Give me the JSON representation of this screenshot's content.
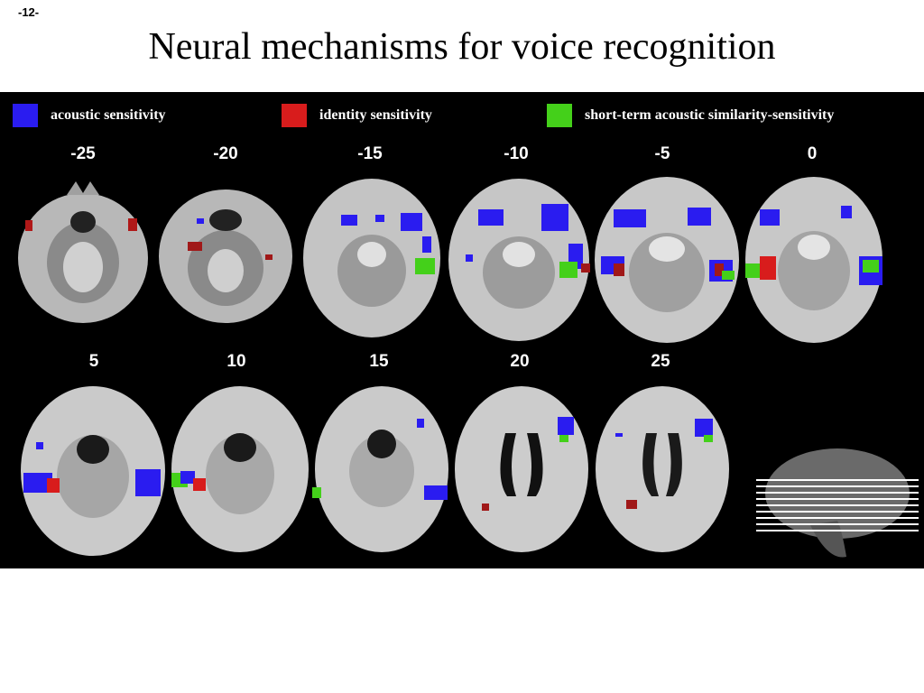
{
  "page_number": "-12-",
  "title": "Neural mechanisms for voice recognition",
  "legend": [
    {
      "label": "acoustic sensitivity",
      "color": "#2a1cf0"
    },
    {
      "label": "identity sensitivity",
      "color": "#d81c1c"
    },
    {
      "label": "short-term acoustic similarity-sensitivity",
      "color": "#44d01a"
    }
  ],
  "slices_row1": [
    "-25",
    "-20",
    "-15",
    "-10",
    "-5",
    "0"
  ],
  "slices_row2": [
    "5",
    "10",
    "15",
    "20",
    "25"
  ],
  "colors": {
    "background": "#000000",
    "cortex": "#bdbdbd",
    "white_matter": "#e6e6e6"
  }
}
